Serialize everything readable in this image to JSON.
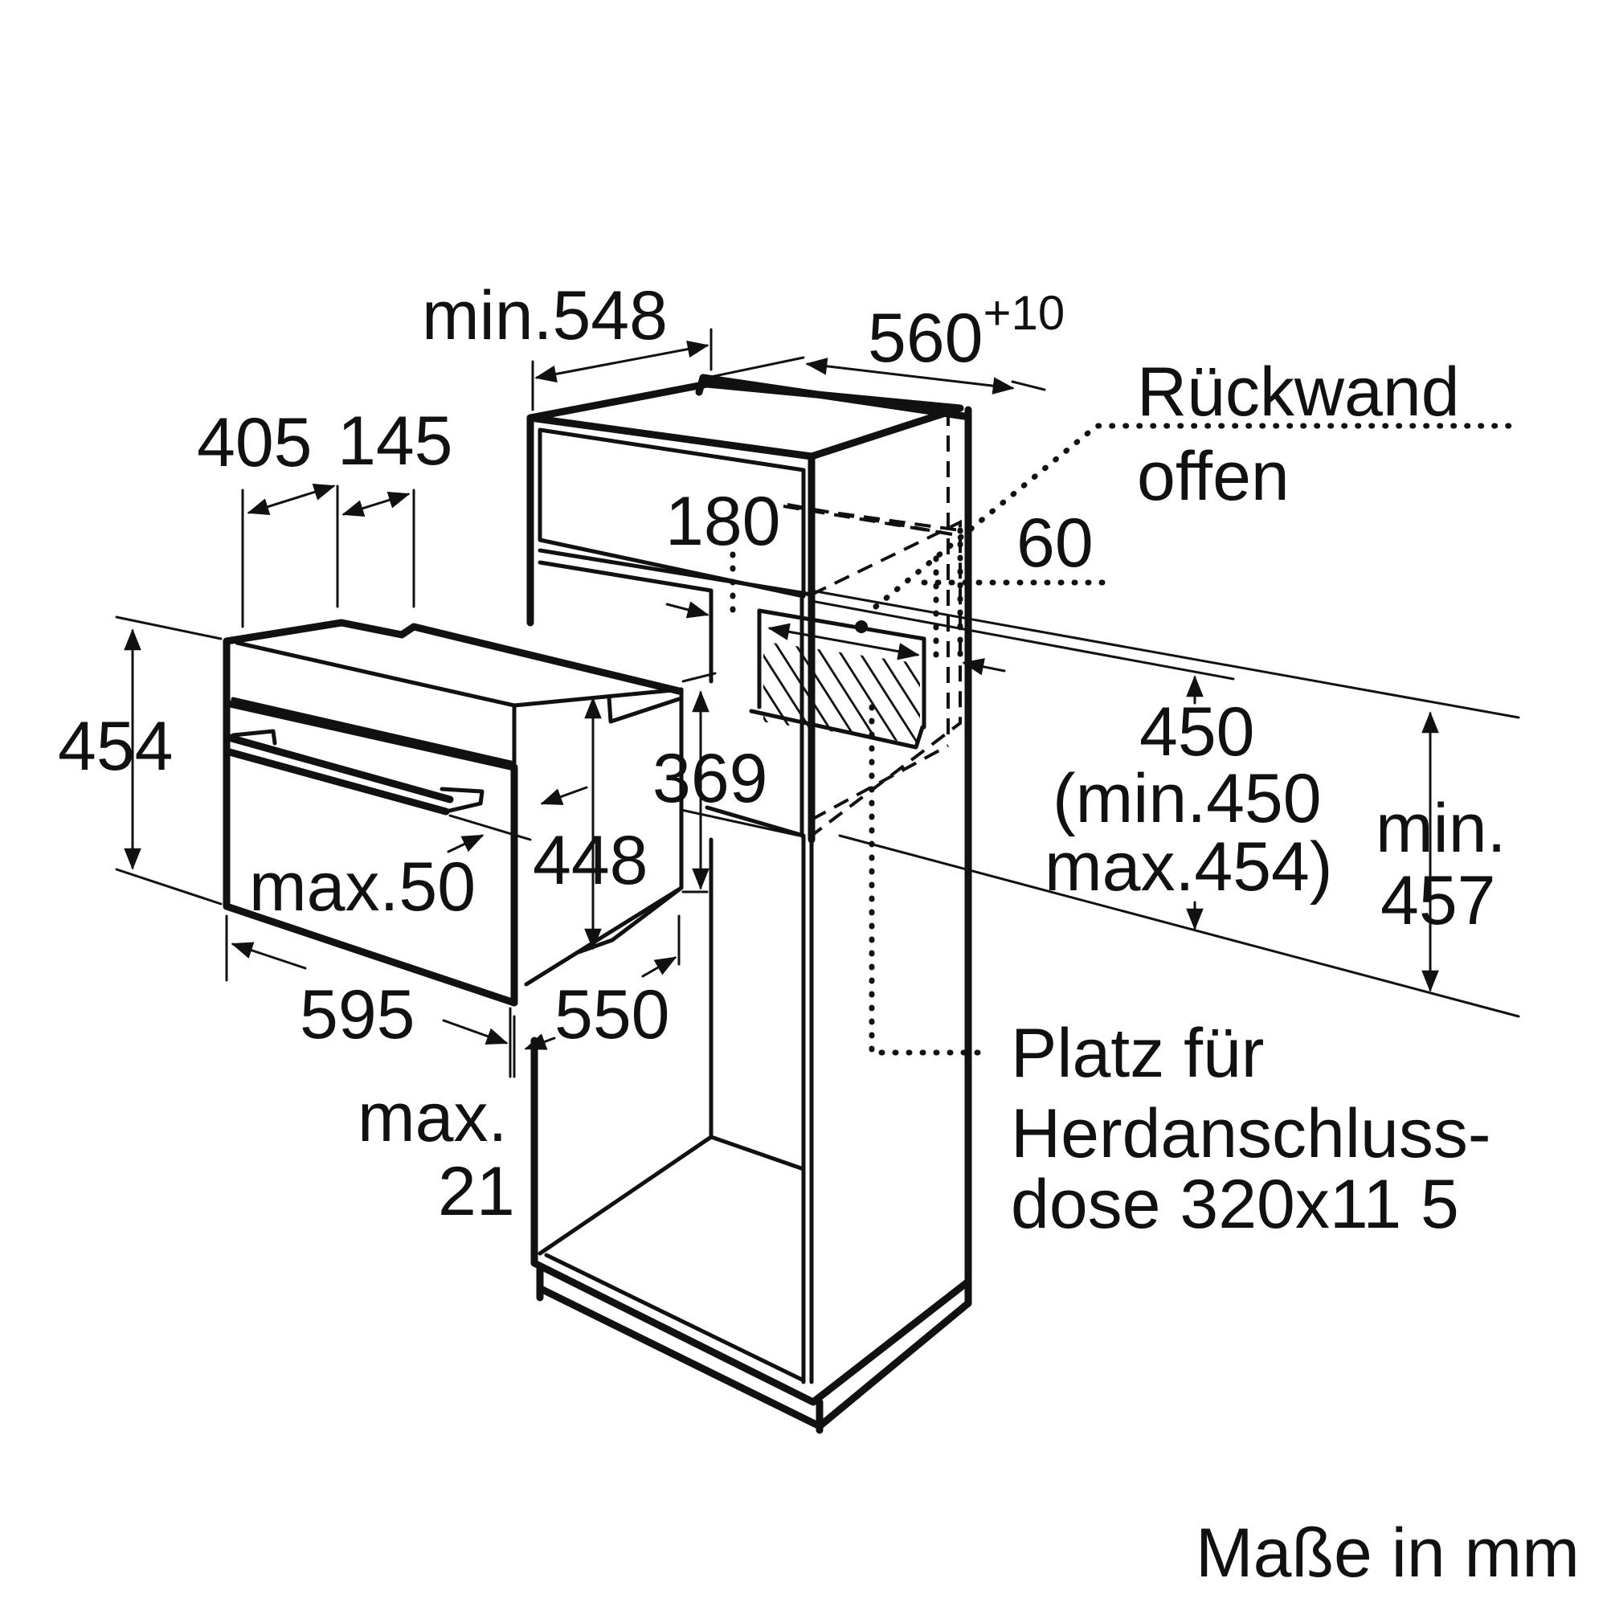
{
  "labels": {
    "min548": "min.548",
    "w560": "560",
    "w560_tol": "+10",
    "rueckwand_line1": "Rückwand",
    "rueckwand_line2": "offen",
    "d405": "405",
    "d145": "145",
    "d180": "180",
    "d60": "60",
    "d454": "454",
    "d369": "369",
    "d448": "448",
    "max50": "max.50",
    "d450": "450",
    "min450": "(min.450",
    "max454": "max.454)",
    "min457_line1": "min.",
    "min457_line2": "457",
    "d595": "595",
    "d550": "550",
    "max21_line1": "max.",
    "max21_line2": "21",
    "platz_line1": "Platz für",
    "platz_line2": "Herdanschluss-",
    "platz_line3": "dose 320x11 5",
    "units": "Maße in mm"
  }
}
